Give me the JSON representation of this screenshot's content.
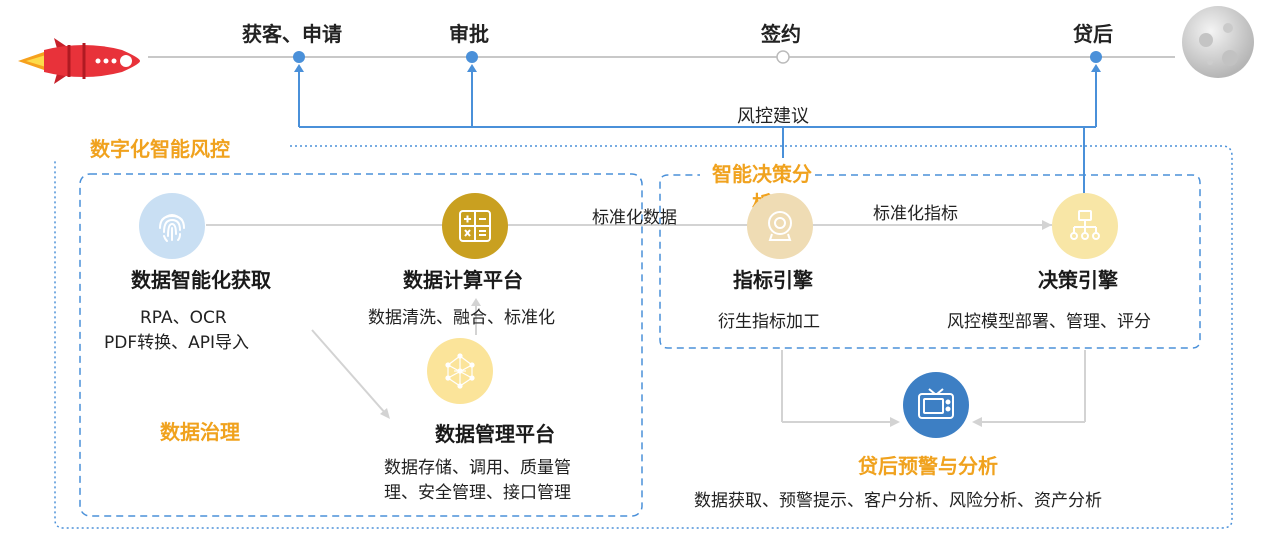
{
  "timeline": {
    "stages": [
      {
        "label": "获客、申请"
      },
      {
        "label": "审批"
      },
      {
        "label": "签约"
      },
      {
        "label": "贷后"
      }
    ],
    "feedback_label": "风控建议"
  },
  "main": {
    "title": "数字化智能风控",
    "governance": {
      "section_label": "数据治理",
      "acquisition": {
        "title": "数据智能化获取",
        "desc_line1": "RPA、OCR",
        "desc_line2": "PDF转换、API导入"
      },
      "compute": {
        "title": "数据计算平台",
        "desc": "数据清洗、融合、标准化"
      },
      "management": {
        "title": "数据管理平台",
        "desc_line1": "数据存储、调用、质量管",
        "desc_line2": "理、安全管理、接口管理"
      }
    },
    "decision": {
      "section_label": "智能决策分析",
      "flow_label_data": "标准化数据",
      "flow_label_index": "标准化指标",
      "metric_engine": {
        "title": "指标引擎",
        "desc": "衍生指标加工"
      },
      "decision_engine": {
        "title": "决策引擎",
        "desc": "风控模型部署、管理、评分"
      }
    },
    "postloan": {
      "title": "贷后预警与分析",
      "desc": "数据获取、预警提示、客户分析、风险分析、资产分析"
    }
  },
  "colors": {
    "blue_line": "#4a90d9",
    "orange_accent": "#f0a21e",
    "light_blue_circle": "#c9dff3",
    "gold_circle": "#c9a020",
    "pale_yellow_circle": "#fbe49a",
    "beige_circle": "#efdcb4",
    "deep_blue_circle": "#3d7fc4"
  },
  "icons": [
    "rocket-icon",
    "moon-icon",
    "fingerprint-icon",
    "calculator-icon",
    "network-icon",
    "camera-icon",
    "hierarchy-icon",
    "tv-icon"
  ]
}
